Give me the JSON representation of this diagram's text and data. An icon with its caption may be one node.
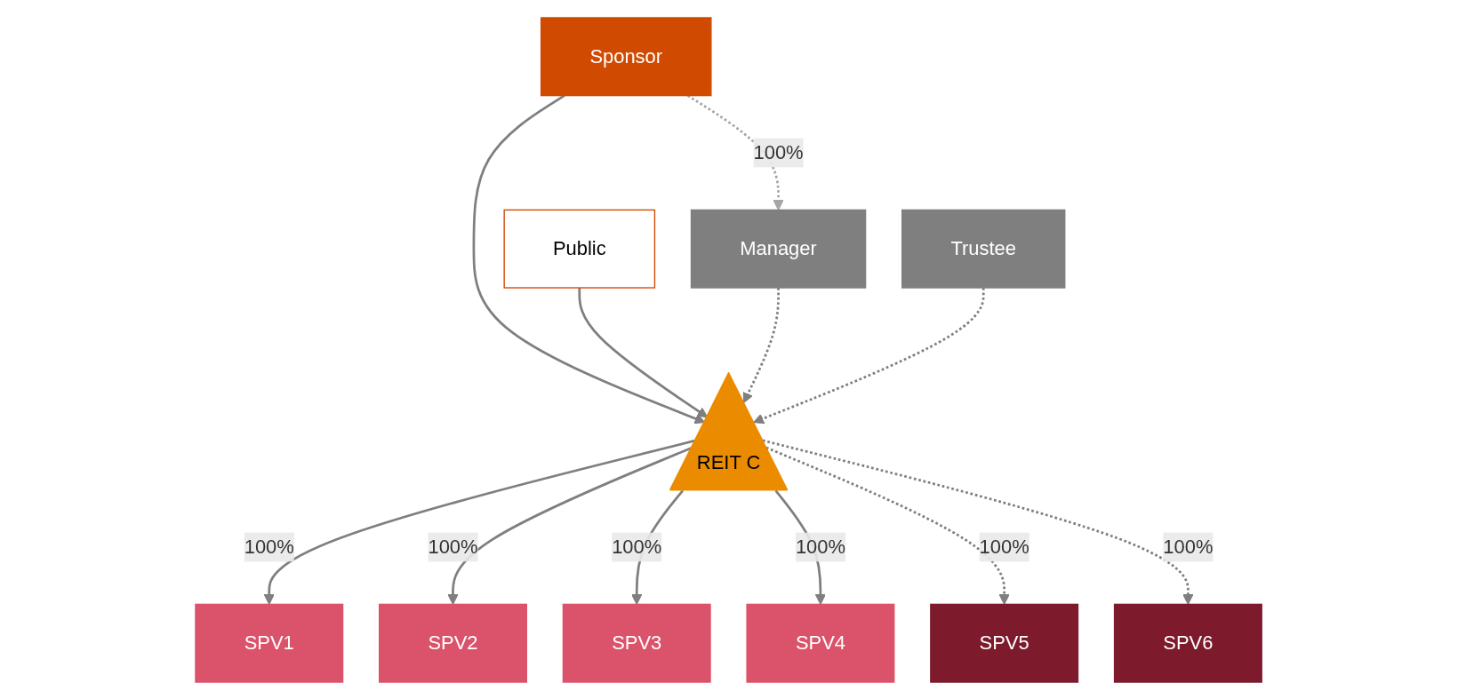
{
  "diagram": {
    "nodes": [
      {
        "text": [
          "Sponsor"
        ]
      },
      {
        "text": [
          "Public"
        ]
      },
      {
        "text": [
          "Manager"
        ]
      },
      {
        "text": [
          "REIT C"
        ]
      },
      {
        "text": [
          "Trustee"
        ]
      },
      {
        "text": [
          "SPV1"
        ]
      },
      {
        "text": [
          "SPV2"
        ]
      },
      {
        "text": [
          "SPV3"
        ]
      },
      {
        "text": [
          "SPV4"
        ]
      },
      {
        "text": [
          "SPV5"
        ]
      },
      {
        "text": [
          "SPV6"
        ]
      }
    ],
    "edges": [
      {
        "from": 0,
        "to": 3,
        "arrow": "to"
      },
      {
        "from": 1,
        "to": 3,
        "arrow": "to"
      },
      {
        "from": 0,
        "to": 2,
        "arrow": "to",
        "label": "100%",
        "style": "dashed",
        "color": "#a6a6a6"
      },
      {
        "from": 2,
        "to": 3,
        "arrow": "to",
        "style": "dashed"
      },
      {
        "from": 4,
        "to": 3,
        "arrow": "to",
        "style": "dashed"
      },
      {
        "from": 3,
        "to": 5,
        "arrow": "to",
        "label": "100%"
      },
      {
        "from": 3,
        "to": 6,
        "arrow": "to",
        "label": "100%"
      },
      {
        "from": 3,
        "to": 7,
        "arrow": "to",
        "label": "100%"
      },
      {
        "from": 3,
        "to": 8,
        "arrow": "to",
        "label": "100%"
      },
      {
        "from": 3,
        "to": 9,
        "arrow": "to",
        "label": "100%",
        "style": "dashed"
      },
      {
        "from": 3,
        "to": 10,
        "arrow": "to",
        "label": "100%",
        "style": "dashed"
      }
    ]
  }
}
